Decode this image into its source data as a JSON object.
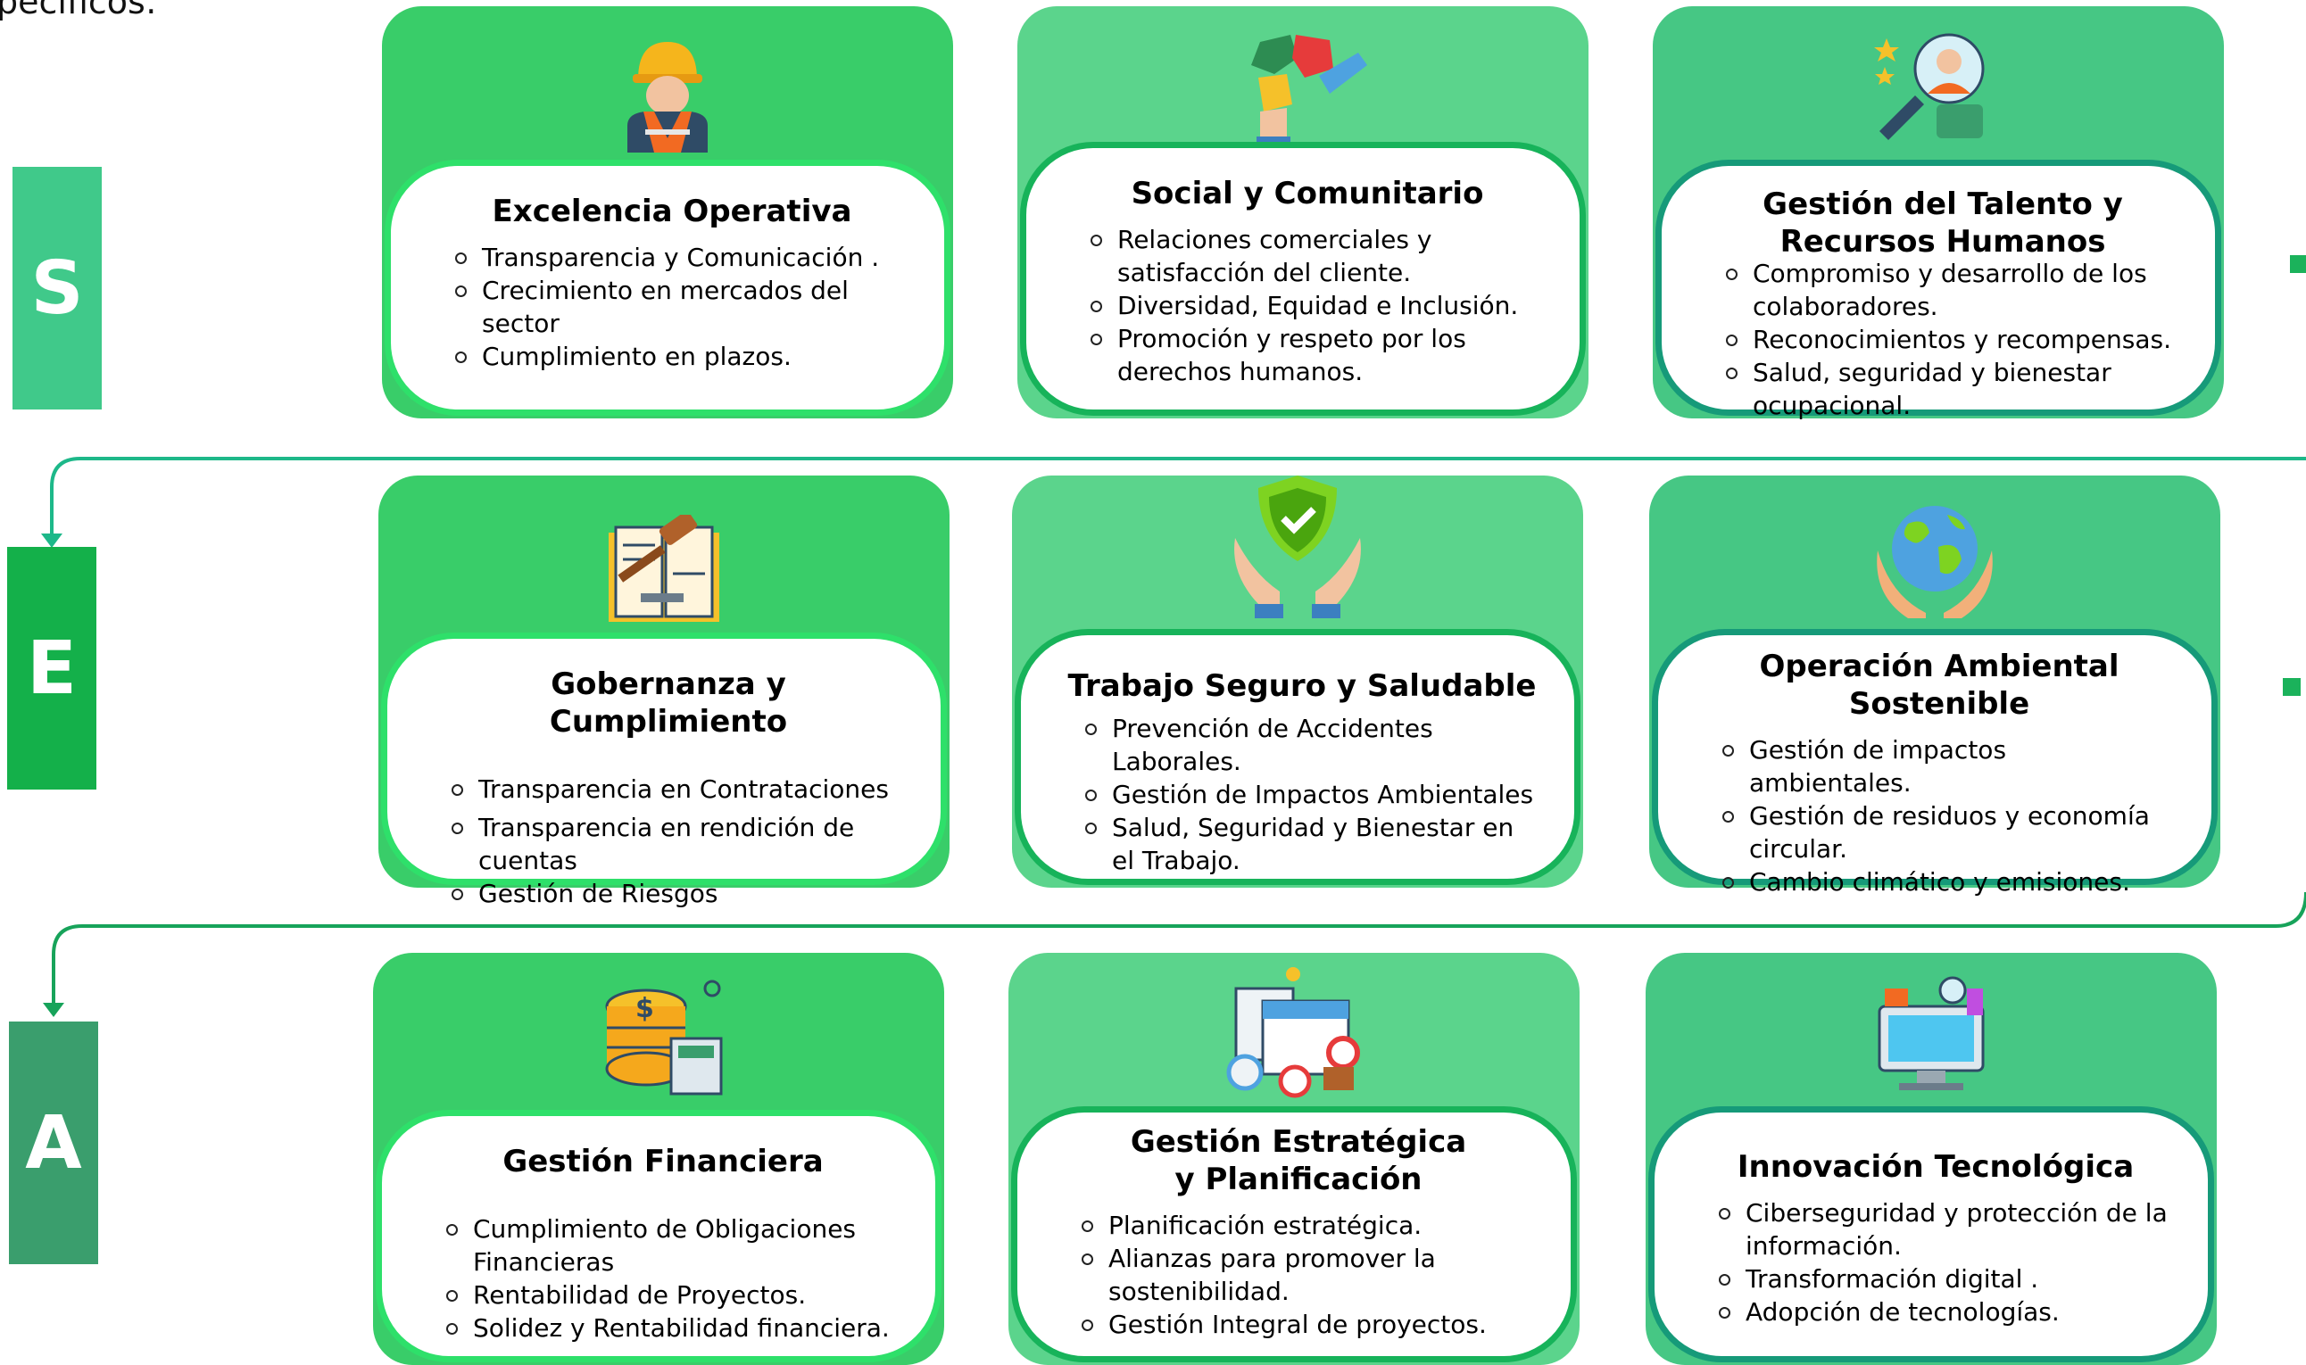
{
  "intro_text": "pecíficos:",
  "letters": {
    "s": "S",
    "e": "E",
    "a": "A"
  },
  "colors": {
    "s_box": "#40c98a",
    "e_box": "#14b04a",
    "a_box": "#3a9e6d",
    "connector": "#1db889",
    "card_bright": "#39cd69",
    "card_mid": "#5bd48c",
    "card_teal": "#46c784",
    "border_bright": "#2ee06a",
    "border_mid": "#17b35a",
    "border_teal": "#169a79"
  },
  "cards": {
    "excelencia": {
      "icon": "worker-icon",
      "title": "Excelencia Operativa",
      "items": [
        "Transparencia y Comunicación .",
        "Crecimiento en mercados del sector",
        "Cumplimiento en plazos."
      ]
    },
    "social": {
      "icon": "puzzle-hands-icon",
      "title": "Social y Comunitario",
      "items": [
        "Relaciones comerciales y satisfacción del cliente.",
        "Diversidad, Equidad e Inclusión.",
        "Promoción y respeto por los derechos humanos."
      ]
    },
    "talento": {
      "icon": "talent-review-icon",
      "title": "Gestión del Talento y Recursos Humanos",
      "items": [
        "Compromiso y desarrollo de los colaboradores.",
        "Reconocimientos y recompensas.",
        "Salud, seguridad y bienestar ocupacional."
      ]
    },
    "gobernanza": {
      "icon": "law-book-gavel-icon",
      "title": "Gobernanza y Cumplimiento",
      "items": [
        "Transparencia en Contrataciones",
        "Transparencia en rendición de cuentas",
        "Gestión de Riesgos"
      ]
    },
    "trabajo": {
      "icon": "shield-hands-icon",
      "title": "Trabajo Seguro y Saludable",
      "items": [
        "Prevención de Accidentes Laborales.",
        "Gestión de Impactos Ambientales",
        "Salud, Seguridad y Bienestar en el Trabajo."
      ]
    },
    "ambiental": {
      "icon": "earth-hands-icon",
      "title": "Operación Ambiental Sostenible",
      "items": [
        "Gestión de impactos ambientales.",
        "Gestión de residuos y economía circular.",
        "Cambio climático y emisiones."
      ]
    },
    "financiera": {
      "icon": "coins-calculator-icon",
      "title": "Gestión Financiera",
      "items": [
        "Cumplimiento de Obligaciones Financieras",
        "Rentabilidad de Proyectos.",
        "Solidez y Rentabilidad financiera."
      ]
    },
    "estrategica": {
      "icon": "calendar-planning-icon",
      "title": "Gestión Estratégica y Planificación",
      "items": [
        "Planificación estratégica.",
        "Alianzas para promover la sostenibilidad.",
        "Gestión Integral de proyectos."
      ]
    },
    "innovacion": {
      "icon": "monitor-tech-icon",
      "title": "Innovación Tecnológica",
      "items": [
        "Ciberseguridad y protección de la información.",
        "Transformación digital .",
        "Adopción de tecnologías."
      ]
    }
  }
}
